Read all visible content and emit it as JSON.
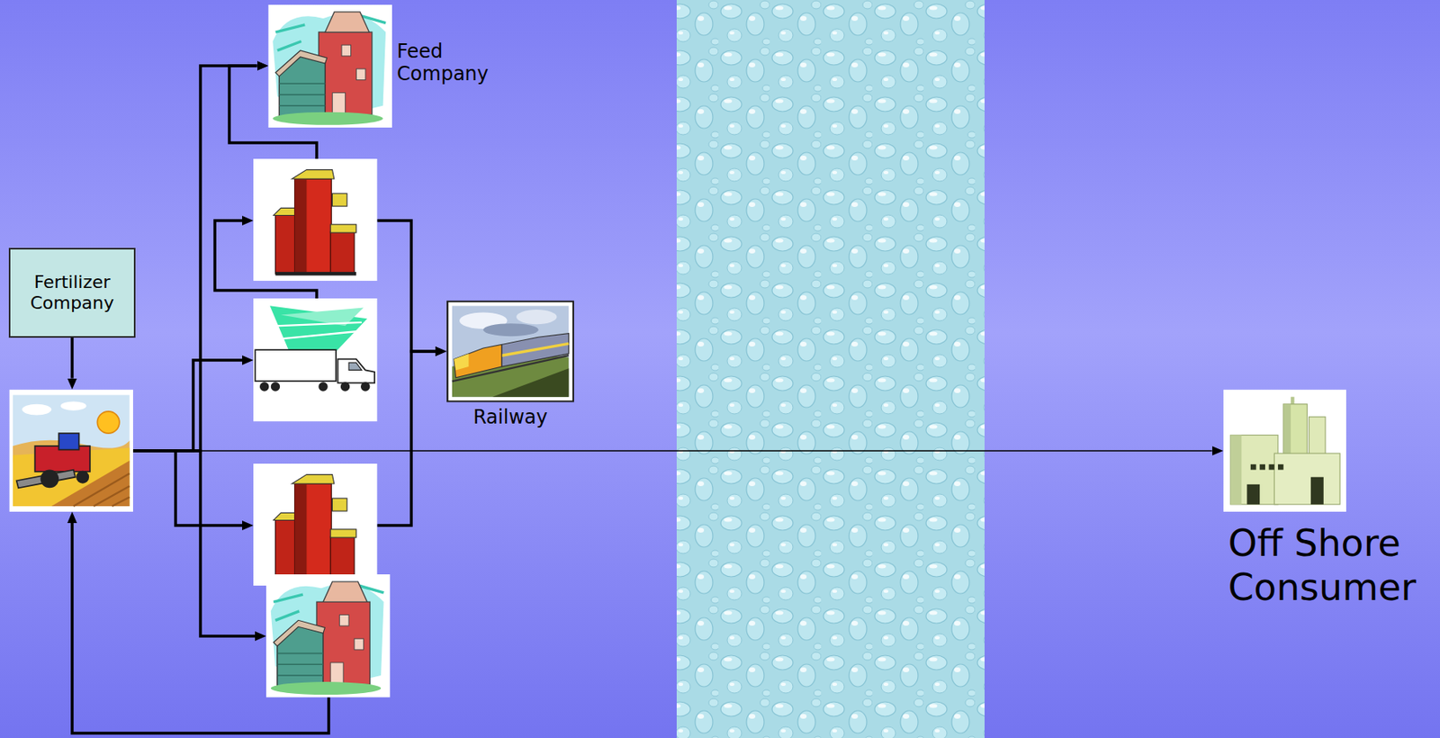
{
  "diagram": {
    "nodes": [
      {
        "text": [
          "Fertilizer Company"
        ]
      },
      {
        "text": []
      },
      {
        "text": [
          "Feed Company"
        ]
      },
      {
        "text": []
      },
      {
        "text": []
      },
      {
        "text": []
      },
      {
        "text": []
      },
      {
        "text": [
          "Railway"
        ]
      },
      {
        "text": [
          "Off Shore Consumer"
        ]
      }
    ],
    "edges": [
      {
        "from": 0,
        "to": 1,
        "arrow": "to"
      },
      {
        "from": 1,
        "to": 2,
        "arrow": "to"
      },
      {
        "from": 1,
        "to": 4,
        "arrow": "to"
      },
      {
        "from": 1,
        "to": 5,
        "arrow": "to"
      },
      {
        "from": 1,
        "to": 6,
        "arrow": "to"
      },
      {
        "from": 1,
        "to": 8,
        "arrow": "to"
      },
      {
        "from": 4,
        "to": 3,
        "arrow": "to"
      },
      {
        "from": 3,
        "to": 2,
        "arrow": "to"
      },
      {
        "from": 3,
        "to": 7,
        "arrow": "to"
      },
      {
        "from": 5,
        "to": 7,
        "arrow": "to"
      },
      {
        "from": 6,
        "to": 1,
        "arrow": "to"
      }
    ]
  }
}
